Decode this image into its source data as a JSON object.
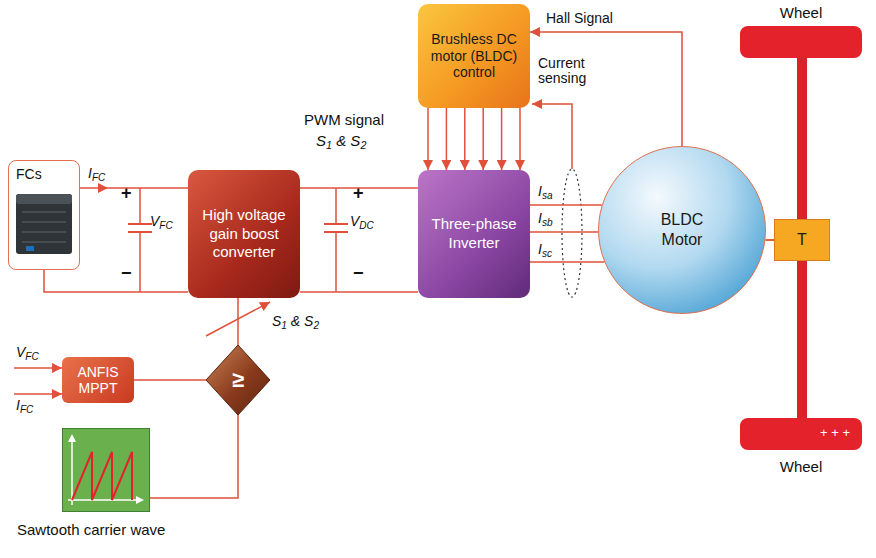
{
  "diagram": {
    "nodes": [
      {
        "text": [
          "FCs"
        ]
      },
      {
        "text": [
          "High voltage gain boost converter"
        ]
      },
      {
        "text": [
          "Three-phase Inverter"
        ]
      },
      {
        "text": [
          "Brushless DC motor (BLDC) control"
        ]
      },
      {
        "text": [
          "BLDC Motor"
        ]
      },
      {
        "text": [
          "T"
        ]
      },
      {
        "text": [
          "Wheel"
        ]
      },
      {
        "text": [
          "+ + +",
          "Wheel"
        ]
      },
      {
        "text": [
          "ANFIS MPPT"
        ]
      },
      {
        "text": [
          "≥"
        ]
      },
      {
        "text": [
          "Sawtooth carrier wave"
        ]
      }
    ],
    "edges": [
      {
        "from": 0,
        "to": 1,
        "arrow": "none"
      },
      {
        "from": 1,
        "to": 2,
        "arrow": "none"
      },
      {
        "from": 3,
        "to": 2,
        "arrow": "to"
      },
      {
        "from": 2,
        "to": 4,
        "arrow": "none"
      },
      {
        "from": 4,
        "to": 3,
        "label": "Hall Signal",
        "arrow": "to"
      },
      {
        "from": 4,
        "to": 5,
        "arrow": "none"
      },
      {
        "from": 5,
        "to": 6,
        "arrow": "none"
      },
      {
        "from": 5,
        "to": 7,
        "arrow": "none"
      },
      {
        "from": 8,
        "to": 9,
        "arrow": "none"
      },
      {
        "from": 10,
        "to": 9,
        "arrow": "none"
      },
      {
        "from": 9,
        "to": 1,
        "arrow": "none"
      }
    ],
    "labels": [
      "IFC",
      "+",
      "VFC",
      "−",
      "PWM signal",
      "S1 & S2",
      "+",
      "VDC",
      "−",
      "Current sensing",
      "Isa",
      "Isb",
      "Isc",
      "VFC",
      "IFC",
      "S1 & S2"
    ]
  }
}
